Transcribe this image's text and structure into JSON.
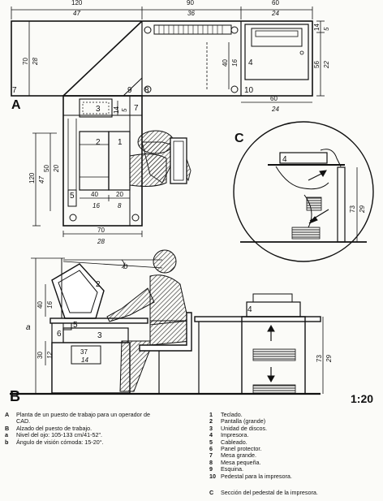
{
  "plan": {
    "label": "A",
    "top_dims": [
      {
        "cm": "120",
        "in": "47"
      },
      {
        "cm": "90",
        "in": "36"
      },
      {
        "cm": "60",
        "in": "24"
      }
    ],
    "left_dim": {
      "cm": "70",
      "in": "28"
    },
    "right_dims": [
      {
        "cm": "14",
        "in": "5"
      },
      {
        "cm": "56",
        "in": "22"
      }
    ],
    "mid_dim": {
      "cm": "40",
      "in": "16"
    },
    "bottom_right_dim": {
      "cm": "60",
      "in": "24"
    },
    "wing_height_dim": {
      "cm": "120",
      "in": "47"
    },
    "inner_dims": [
      {
        "cm": "50",
        "in": "20"
      },
      {
        "cm": "14",
        "in": "5"
      }
    ],
    "bottom_dims": [
      {
        "cm": "40",
        "in": "16"
      },
      {
        "cm": "20",
        "in": "8"
      }
    ],
    "wing_width_dim": {
      "cm": "70",
      "in": "28"
    },
    "callouts": [
      "7",
      "9",
      "8",
      "4",
      "10",
      "3",
      "7",
      "2",
      "1",
      "5"
    ]
  },
  "section": {
    "label": "C",
    "callouts": [
      "4"
    ],
    "height_dim": {
      "cm": "73",
      "in": "29"
    }
  },
  "elevation": {
    "label": "B",
    "callouts": [
      "b",
      "2",
      "4",
      "5",
      "6",
      "3"
    ],
    "left_dims": [
      {
        "cm": "40",
        "in": "16"
      },
      {
        "cm": "30",
        "in": "12"
      }
    ],
    "a_label": "a",
    "inner_dim": {
      "cm": "37",
      "in": "14"
    },
    "right_dim": {
      "cm": "73",
      "in": "29"
    }
  },
  "scale": "1:20",
  "legend_left": [
    {
      "key": "A",
      "text": "Planta de un puesto de trabajo para un operador de"
    },
    {
      "key": "",
      "text": "CAD."
    },
    {
      "key": "B",
      "text": "Alzado del puesto de trabajo."
    },
    {
      "key": "a",
      "text": "Nivel del ojo: 105-133 cm/41-52\"."
    },
    {
      "key": "b",
      "text": "Ángulo de visión cómoda: 15-20°."
    }
  ],
  "legend_right": [
    {
      "key": "1",
      "text": "Teclado."
    },
    {
      "key": "2",
      "text": "Pantalla (grande)"
    },
    {
      "key": "3",
      "text": "Unidad de discos."
    },
    {
      "key": "4",
      "text": "Impresora."
    },
    {
      "key": "5",
      "text": "Cableado."
    },
    {
      "key": "6",
      "text": "Panel protector."
    },
    {
      "key": "7",
      "text": "Mesa grande."
    },
    {
      "key": "8",
      "text": "Mesa pequeña."
    },
    {
      "key": "9",
      "text": "Esquina."
    },
    {
      "key": "10",
      "text": "Pedestal para la impresora."
    }
  ],
  "legend_c": {
    "key": "C",
    "text": "Sección del pedestal de la impresora."
  }
}
